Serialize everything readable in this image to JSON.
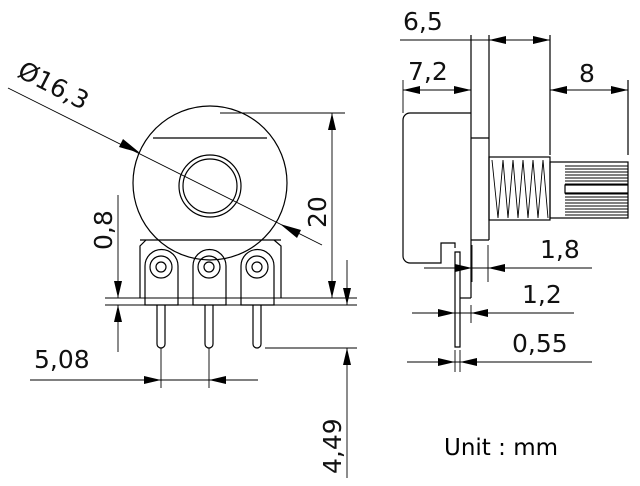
{
  "front_view": {
    "diameter_label": "Ø16,3",
    "height_label": "20",
    "plate_label": "0,8",
    "pin_pitch_label": "5,08",
    "pin_length_label": "4,49"
  },
  "side_view": {
    "overall_label": "6,5",
    "body_label": "7,2",
    "shaft_label": "8",
    "flange_label": "1,8",
    "bracket_label": "1,2",
    "pin_thickness_label": "0,55"
  },
  "unit_label": "Unit : mm"
}
